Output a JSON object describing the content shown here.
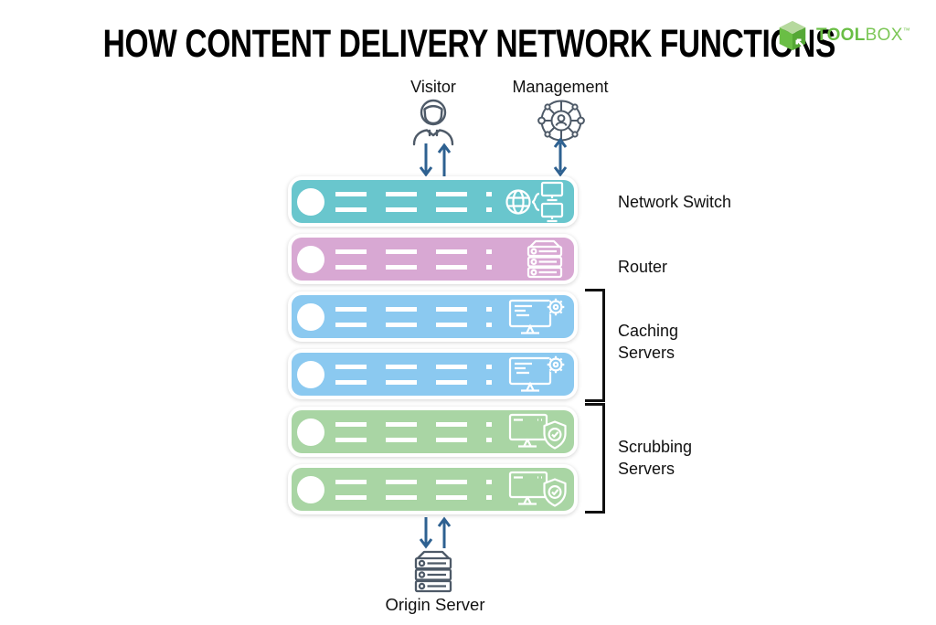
{
  "title": "HOW CONTENT DELIVERY NETWORK FUNCTIONS",
  "logo": {
    "tool": "TOOL",
    "box": "BOX",
    "tm": "™"
  },
  "actors": {
    "visitor": "Visitor",
    "management": "Management"
  },
  "bars": [
    {
      "name": "network-switch",
      "color": "#69c6cd",
      "icon": "globe-monitors-icon"
    },
    {
      "name": "router",
      "color": "#d8a8d3",
      "icon": "server-stack-icon"
    },
    {
      "name": "caching-server-1",
      "color": "#8bc9f0",
      "icon": "monitor-gear-icon"
    },
    {
      "name": "caching-server-2",
      "color": "#8bc9f0",
      "icon": "monitor-gear-icon"
    },
    {
      "name": "scrubbing-server-1",
      "color": "#a9d5a4",
      "icon": "monitor-shield-icon"
    },
    {
      "name": "scrubbing-server-2",
      "color": "#a9d5a4",
      "icon": "monitor-shield-icon"
    }
  ],
  "labels": {
    "network_switch": "Network Switch",
    "router": "Router",
    "caching": "Caching Servers",
    "scrubbing": "Scrubbing Servers",
    "origin": "Origin Server"
  },
  "icons": {
    "visitor": "person-icon",
    "management": "globe-network-icon",
    "network_switch": "globe-monitors-icon",
    "router": "server-stack-icon",
    "caching": "monitor-gear-icon",
    "scrubbing": "monitor-shield-icon",
    "origin": "server-stack-icon",
    "logo": "cube-arrow-icon"
  },
  "colors": {
    "arrow": "#2e6191",
    "outline_icon": "#4e5a68",
    "bracket": "#111111",
    "bar_teal": "#69c6cd",
    "bar_pink": "#d8a8d3",
    "bar_blue": "#8bc9f0",
    "bar_green": "#a9d5a4",
    "logo_green": "#6abe45",
    "logo_green_light": "#7cc757",
    "title_text": "#000000"
  }
}
